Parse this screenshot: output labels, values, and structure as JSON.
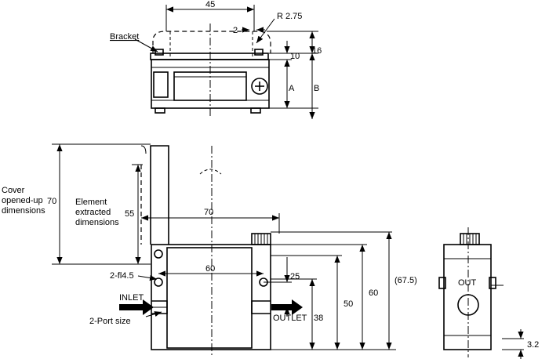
{
  "labels": {
    "bracket": "Bracket",
    "r275": "R 2.75",
    "cover_line1": "Cover",
    "cover_line2": "opened-up",
    "cover_line3": "dimensions",
    "element_line1": "Element",
    "element_line2": "extracted",
    "element_line3": "dimensions",
    "hole": "2-fl4.5",
    "inlet": "INLET",
    "outlet": "OUTLET",
    "port_size": "2-Port size",
    "out": "OUT"
  },
  "dimensions": {
    "top_45": "45",
    "top_2": "2",
    "top_10": "10",
    "top_16": "16",
    "top_a": "A",
    "top_b": "B",
    "cover_70": "70",
    "element_55": "55",
    "width_70": "70",
    "width_60": "60",
    "d25": "25",
    "d38": "38",
    "d50": "50",
    "d60": "60",
    "d675": "(67.5)",
    "d32": "3.2"
  }
}
